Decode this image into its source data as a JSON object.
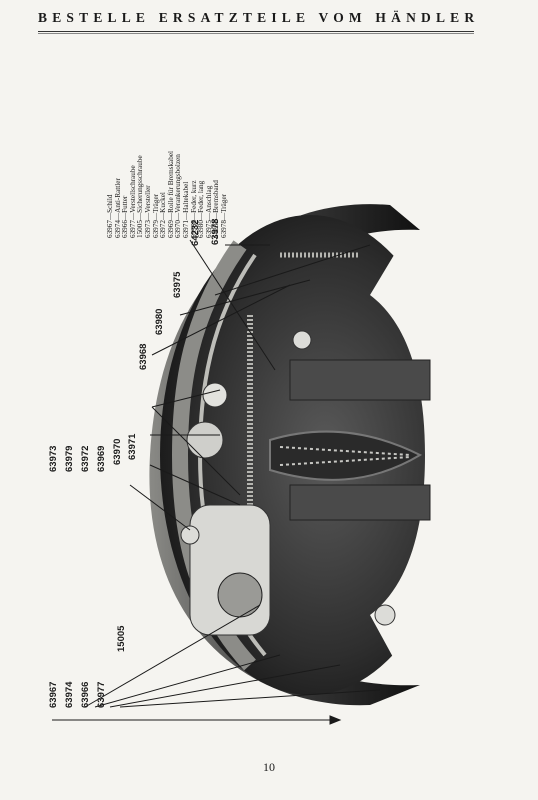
{
  "header": {
    "title": "BESTELLE ERSATZTEILE VOM HÄNDLER"
  },
  "legend": {
    "items": [
      "63967—Schild",
      "63974—Anti-Rattler",
      "63966—Futter",
      "63977—Verstellschraube",
      "15005—Sicherungsschraube",
      "63973—Versteller",
      "63979—Träger",
      "63972—Kuckel",
      "63969—Rolle für Bremskabel",
      "63970—Verankerungsbolzen",
      "63971—Haltekabel",
      "63968—Feder, kurz",
      "63980—Feder, lang",
      "63975—Anschlag",
      "64232—Bremsband",
      "63978—Träger"
    ]
  },
  "callouts": {
    "top": [
      "64232",
      "63978",
      "63975",
      "63980",
      "63968"
    ],
    "middle": [
      "63973",
      "63979",
      "63972",
      "63969",
      "63970",
      "63971"
    ],
    "bottom": [
      "63967",
      "63974",
      "63966",
      "63977"
    ],
    "screw": "15005"
  },
  "page": {
    "number": "10"
  },
  "colors": {
    "ink": "#1a1a1a",
    "paper": "#f5f4f0",
    "metal_dark": "#2b2b2b",
    "metal_mid": "#6a6a6a",
    "metal_light": "#c8c8c4"
  }
}
